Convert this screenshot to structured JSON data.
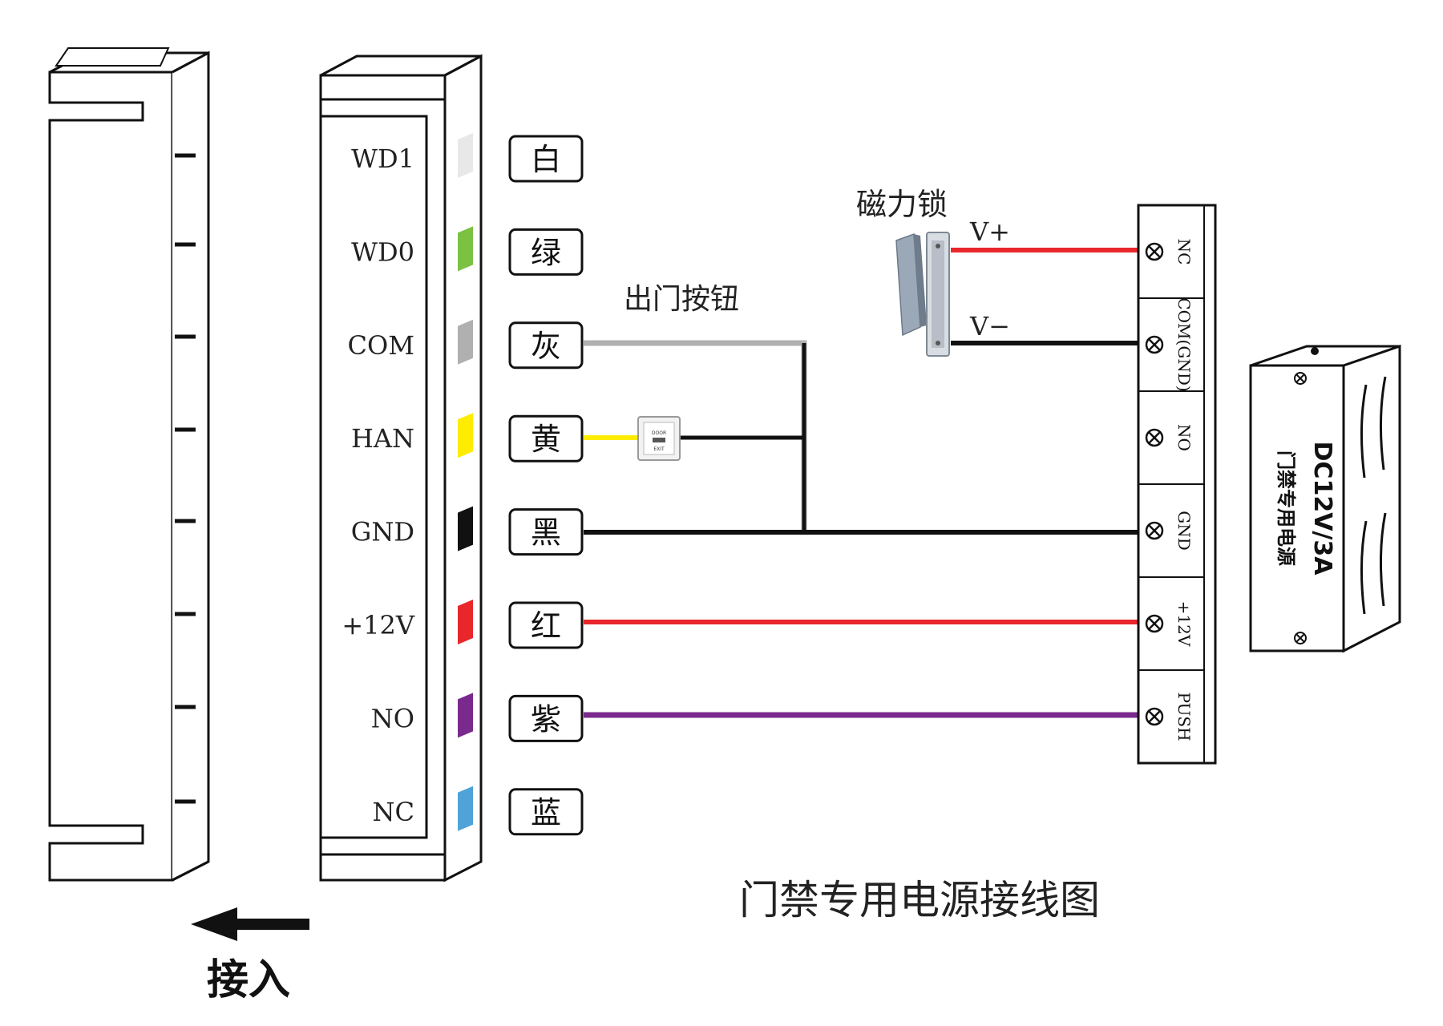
{
  "colors": {
    "white": "#e8e8e8",
    "green": "#7cc242",
    "gray": "#b0b0b0",
    "yellow": "#ffec00",
    "black": "#111111",
    "red": "#e8262c",
    "purple": "#7a2a8c",
    "blue": "#4fa3d8",
    "outline": "#111111"
  },
  "reader": {
    "pins": [
      {
        "label": "WD1",
        "wire": "白",
        "color": "white"
      },
      {
        "label": "WD0",
        "wire": "绿",
        "color": "green"
      },
      {
        "label": "COM",
        "wire": "灰",
        "color": "gray"
      },
      {
        "label": "HAN",
        "wire": "黄",
        "color": "yellow"
      },
      {
        "label": "GND",
        "wire": "黑",
        "color": "black"
      },
      {
        "label": "+12V",
        "wire": "红",
        "color": "red"
      },
      {
        "label": "NO",
        "wire": "紫",
        "color": "purple"
      },
      {
        "label": "NC",
        "wire": "蓝",
        "color": "blue"
      }
    ]
  },
  "exit_button": {
    "title": "出门按钮",
    "face_line1": "DOOR",
    "face_line2": "EXIT"
  },
  "maglock": {
    "title": "磁力锁",
    "vplus": "V+",
    "vminus": "V−"
  },
  "terminal": {
    "labels": [
      "NC",
      "COM(GND)",
      "NO",
      "GND",
      "+12V",
      "PUSH"
    ]
  },
  "power_supply": {
    "model": "DC12V/3A",
    "name": "门禁专用电源"
  },
  "diagram_title": "门禁专用电源接线图",
  "insert_label": "接入"
}
